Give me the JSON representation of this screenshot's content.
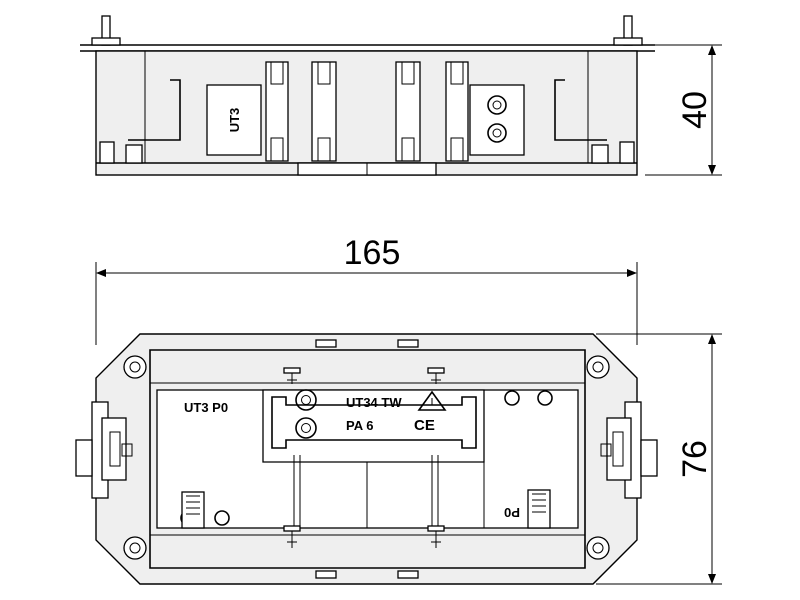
{
  "dimensions": {
    "height_top": "40",
    "width": "165",
    "height_bottom": "76"
  },
  "labels": {
    "side_module": "UT3",
    "plan_left": "UT3 P0",
    "plan_center_1": "UT34 TW",
    "plan_center_2": "PA 6",
    "ce_mark": "CE",
    "plan_right_rotated": "P0"
  },
  "colors": {
    "line": "#000000",
    "fill": "#efefef",
    "background": "#ffffff"
  }
}
